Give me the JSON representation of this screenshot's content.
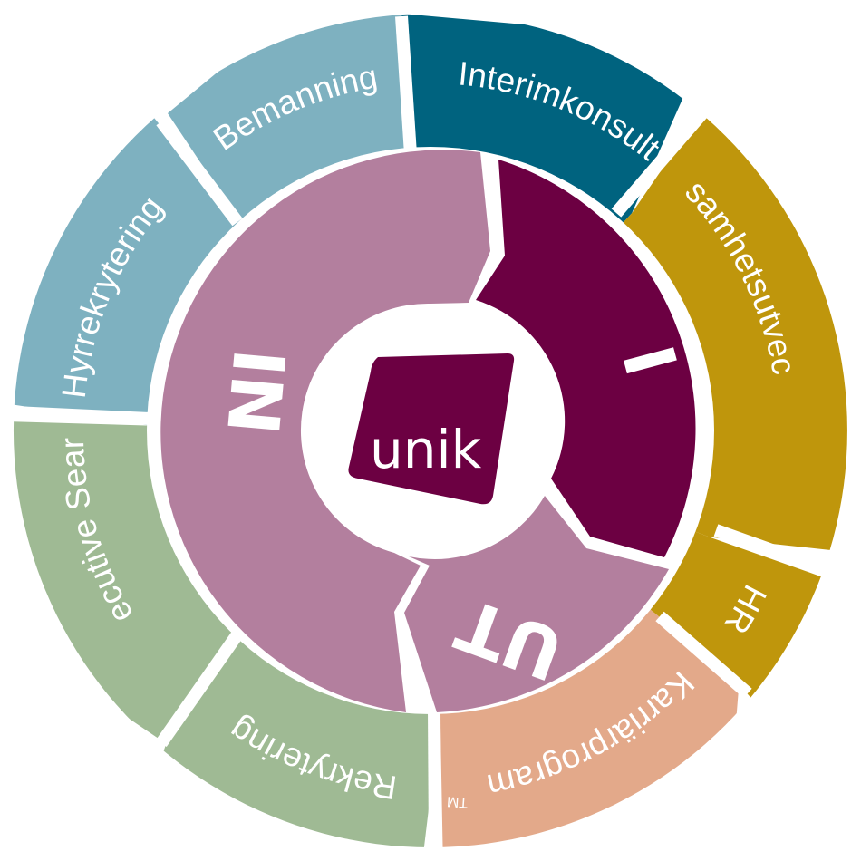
{
  "outer_segments": [
    {
      "id": "interimkonsult",
      "label": "Interimkonsult",
      "color": "#00637f"
    },
    {
      "id": "verksamhetsutveckling",
      "label": "Verksamhetsutveckling",
      "color": "#bf960c"
    },
    {
      "id": "hr",
      "label": "HR",
      "color": "#bf960c"
    },
    {
      "id": "karriarprogram",
      "label": "Karriärprogram",
      "color": "#e3a98a"
    },
    {
      "id": "rekrytering",
      "label": "Rekrytering",
      "color": "#9fba94"
    },
    {
      "id": "executive-search",
      "label": "Executive Search",
      "color": "#9fba94"
    },
    {
      "id": "hyrrekrytering",
      "label": "Hyrrekrytering",
      "color": "#7eb1c0"
    },
    {
      "id": "bemanning",
      "label": "Bemanning",
      "color": "#7eb1c0"
    }
  ],
  "trademark": "TM",
  "inner_segments": [
    {
      "id": "in",
      "label": "IN",
      "color": "#b37f9e"
    },
    {
      "id": "i",
      "label": "I",
      "color": "#6c0042"
    },
    {
      "id": "ut",
      "label": "UT",
      "color": "#b37f9e"
    }
  ],
  "logo": {
    "text": "unik",
    "color": "#6c0042"
  },
  "colors": {
    "background": "#ffffff",
    "text": "#ffffff"
  }
}
